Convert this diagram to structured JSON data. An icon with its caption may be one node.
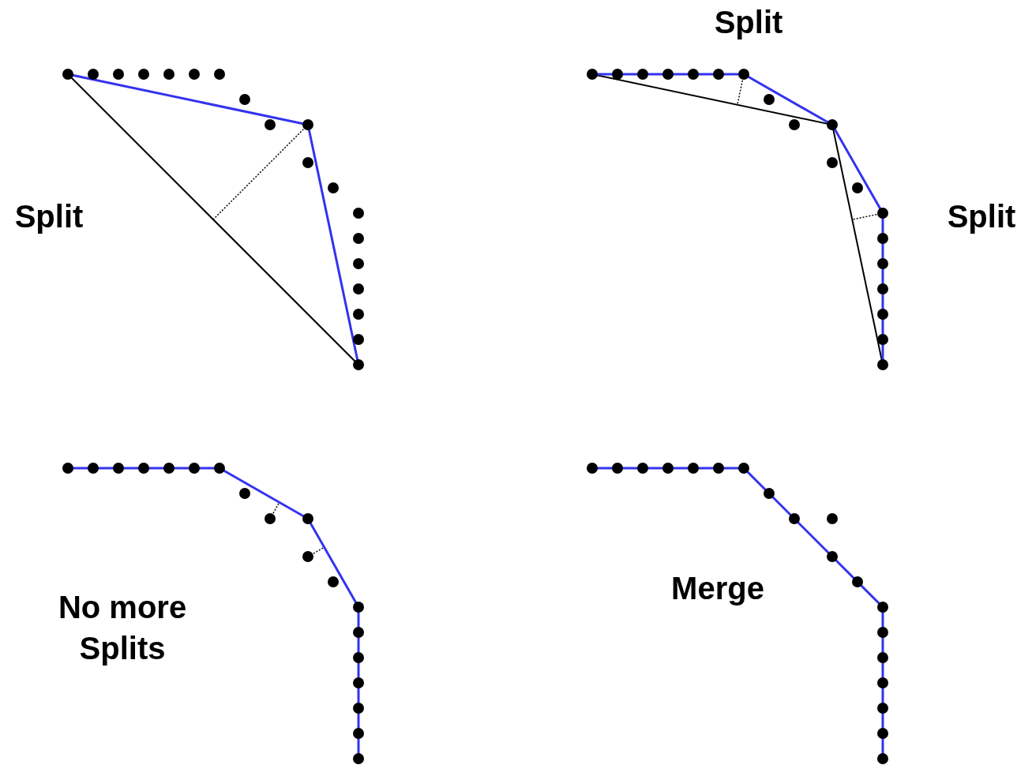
{
  "diagram": {
    "labels": [
      "Split",
      "Split",
      "Split",
      "No more Splits",
      "Merge"
    ]
  }
}
